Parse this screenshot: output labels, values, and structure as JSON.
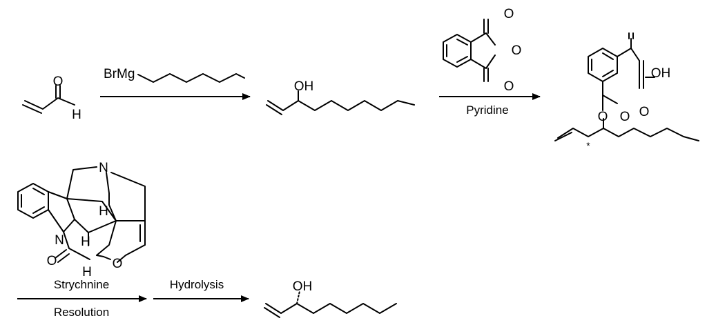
{
  "atoms": {
    "oxygen": "O",
    "hydrogen": "H",
    "nitrogen": "N",
    "hydroxyl": "OH",
    "grignard": "BrMg",
    "stereocenter_mark": "*"
  },
  "reagents": {
    "step1_solvent": "Pyridine",
    "resolving_agent": "Strychnine",
    "resolution_label": "Resolution",
    "hydrolysis_label": "Hydrolysis"
  }
}
